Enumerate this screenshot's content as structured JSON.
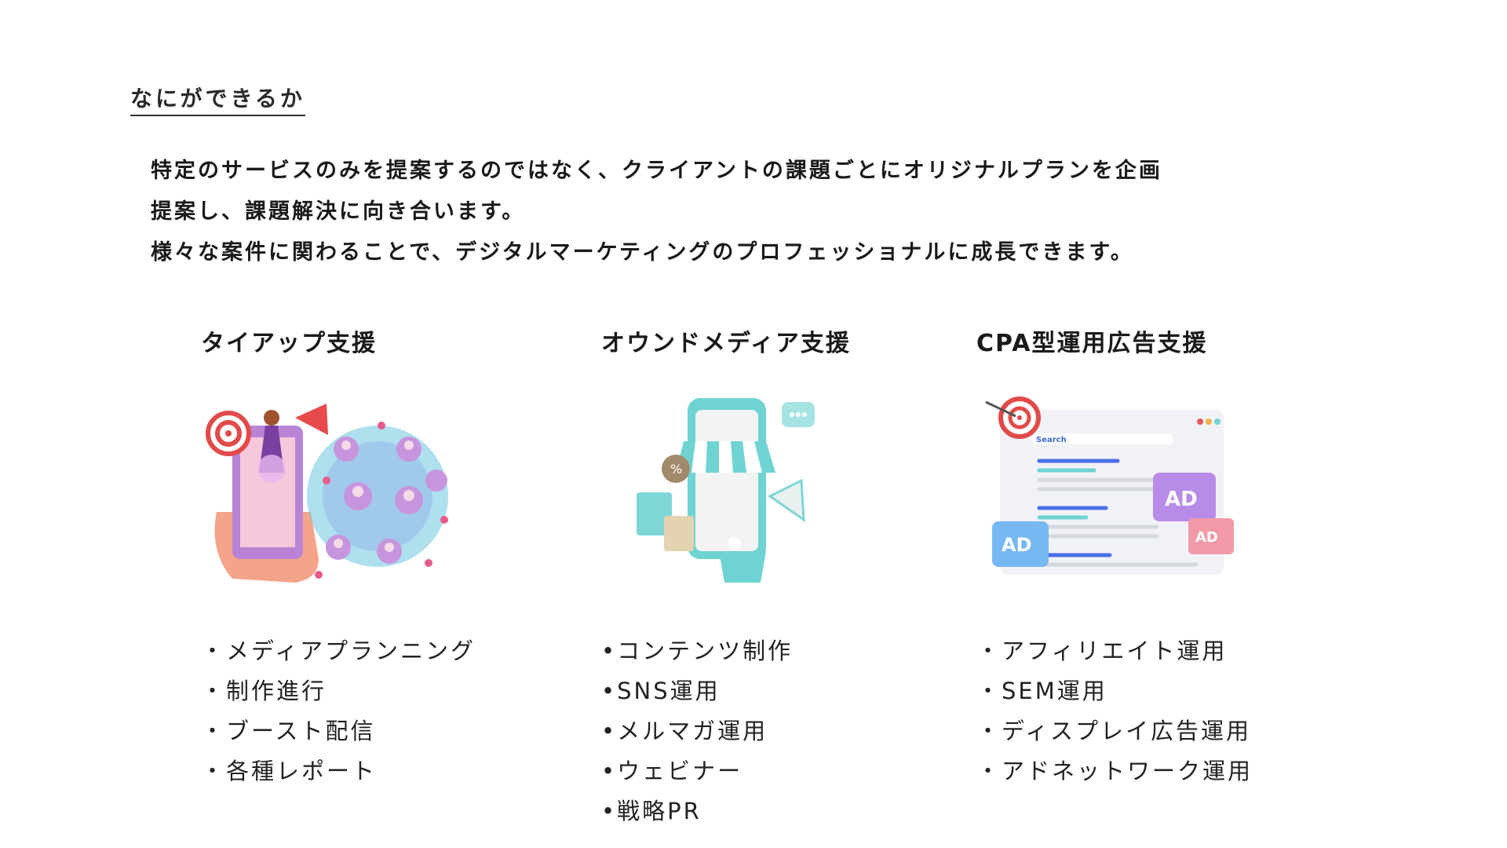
{
  "section_title": "なにができるか",
  "intro_lines": [
    "特定のサービスのみを提案するのではなく、クライアントの課題ごとにオリジナルプランを企画",
    "提案し、課題解決に向き合います。",
    "様々な案件に関わることで、デジタルマーケティングのプロフェッショナルに成長できます。"
  ],
  "columns": [
    {
      "title": "タイアップ支援",
      "illustration": "influencer-network-illustration",
      "items": [
        "・メディアプランニング",
        "・制作進行",
        "・ブースト配信",
        "・各種レポート"
      ]
    },
    {
      "title": "オウンドメディア支援",
      "illustration": "smartphone-shop-illustration",
      "items": [
        "•コンテンツ制作",
        "•SNS運用",
        "•メルマガ運用",
        "•ウェビナー",
        "•戦略PR"
      ]
    },
    {
      "title": "CPA型運用広告支援",
      "illustration": "search-ad-illustration",
      "items": [
        "・アフィリエイト運用",
        "・SEM運用",
        "・ディスプレイ広告運用",
        "・アドネットワーク運用"
      ]
    }
  ],
  "illustration_text": {
    "search_label": "Search",
    "ad_label": "AD"
  },
  "colors": {
    "text": "#1a1a1a",
    "pink": "#e86a8c",
    "teal": "#6fd3d3",
    "purple": "#b98be8",
    "blue": "#5aa8f0"
  }
}
